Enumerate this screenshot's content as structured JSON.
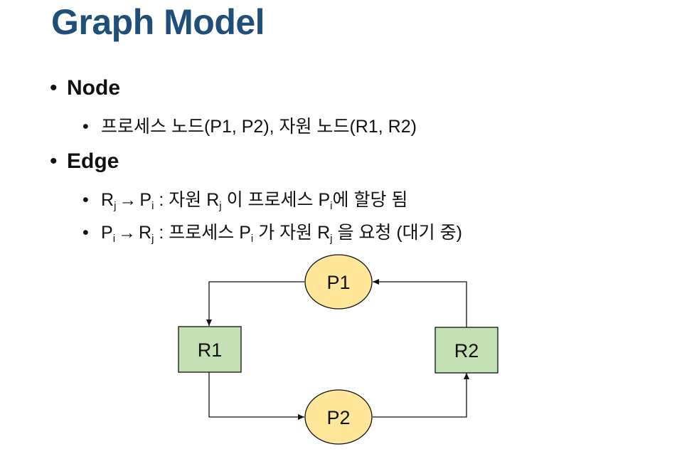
{
  "title": "Graph Model",
  "bullets": {
    "node": {
      "label": "Node",
      "sub": "프로세스 노드(P1, P2), 자원 노드(R1, R2)"
    },
    "edge": {
      "label": "Edge",
      "line1": {
        "from_main": "R",
        "from_sub": "j",
        "arrow": "→",
        "to_main": "P",
        "to_sub": "i",
        "text1": " : 자원 ",
        "res_main": "R",
        "res_sub": "j",
        "text2": " 이 프로세스 ",
        "proc_main": "P",
        "proc_sub": "i",
        "text3": "에 할당 됨"
      },
      "line2": {
        "from_main": "P",
        "from_sub": "i",
        "arrow": "→",
        "to_main": "R",
        "to_sub": "j",
        "text1": " : 프로세스 ",
        "proc_main": "P",
        "proc_sub": "i",
        "text2": " 가 자원 ",
        "res_main": "R",
        "res_sub": "j",
        "text3": " 을 요청 (대기 중)"
      }
    }
  },
  "diagram": {
    "nodes": {
      "p1": "P1",
      "p2": "P2",
      "r1": "R1",
      "r2": "R2"
    },
    "colors": {
      "process_fill": "#ffe699",
      "process_stroke": "#111111",
      "resource_fill": "#c5e0b4",
      "resource_stroke": "#111111",
      "edge": "#111111",
      "title": "#1f4e79"
    }
  }
}
